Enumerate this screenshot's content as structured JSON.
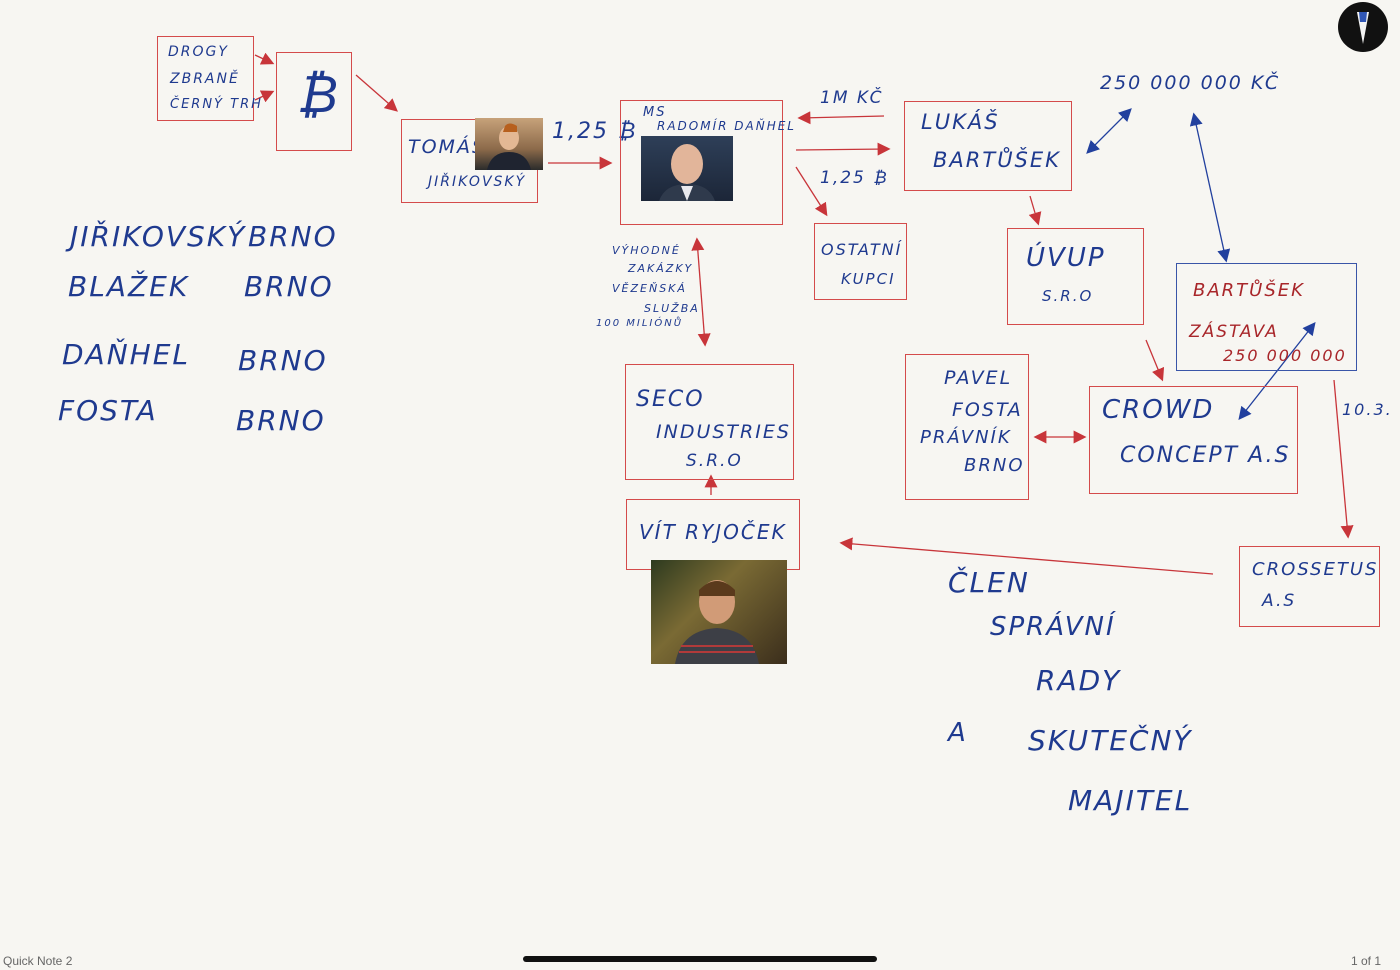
{
  "footer": {
    "note_title": "Quick Note 2",
    "page_indicator": "1 of 1"
  },
  "boxes": {
    "drugs": [
      "DROGY",
      "ZBRANĚ",
      "ČERNÝ TRH"
    ],
    "btc_symbol": "₿",
    "tomas": [
      "TOMÁŠ",
      "JIŘIKOVSKÝ"
    ],
    "danhel": [
      "MS",
      "RADOMÍR DAŇHEL"
    ],
    "lukas": [
      "LUKÁŠ",
      "BARTŮŠEK"
    ],
    "ostatni": [
      "OSTATNÍ",
      "KUPCI"
    ],
    "uvup": [
      "ÚVUP",
      "S.R.O"
    ],
    "bartusek_zastava": [
      "BARTŮŠEK",
      "ZÁSTAVA",
      "250 000 000"
    ],
    "pavel": [
      "PAVEL",
      "FOSTA",
      "PRÁVNÍK",
      "BRNO"
    ],
    "crowd": [
      "CROWD",
      "CONCEPT A.S"
    ],
    "seco": [
      "SECO",
      "INDUSTRIES",
      "S.R.O"
    ],
    "vit": "VÍT RYJOČEK",
    "crossetus": [
      "CROSSETUS",
      "A.S"
    ]
  },
  "labels": {
    "btc_125_a": "1,25 ₿",
    "btc_125_b": "1,25 ₿",
    "one_kc": "1M KČ",
    "amount": "250 000 000  KČ",
    "date": "10.3.",
    "zakazka": [
      "VÝHODNÉ",
      "ZAKÁZKY",
      "VĚZEŇSKÁ",
      "SLUŽBA",
      "100 MILIÓNŮ"
    ]
  },
  "list": [
    {
      "name": "JIŘIKOVSKÝ",
      "city": "BRNO"
    },
    {
      "name": "BLAŽEK",
      "city": "BRNO"
    },
    {
      "name": "DAŇHEL",
      "city": "BRNO"
    },
    {
      "name": "FOSTA",
      "city": "BRNO"
    }
  ],
  "note": [
    "ČLEN",
    "SPRÁVNÍ",
    "RADY",
    "A",
    "SKUTEČNÝ",
    "MAJITEL"
  ],
  "colors": {
    "red": "#d44b4b",
    "blue": "#2b4aa6",
    "ink": "#1f3a8f"
  }
}
